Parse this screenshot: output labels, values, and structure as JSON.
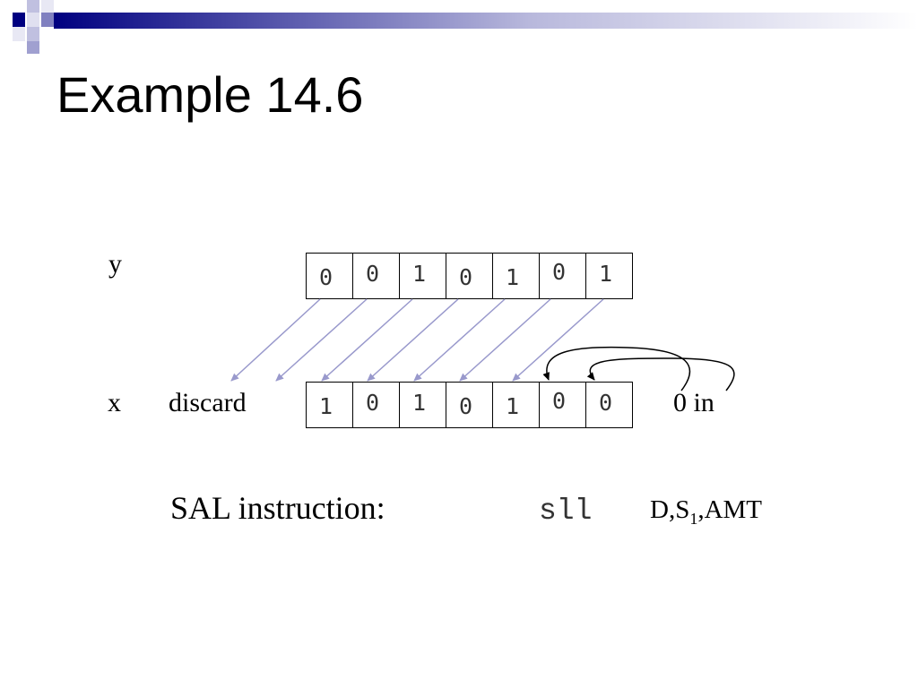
{
  "slide": {
    "title": "Example 14.6"
  },
  "diagram": {
    "label_y": "y",
    "label_x": "x",
    "label_discard": "discard",
    "label_zero_in": "0 in",
    "register_y": [
      "0",
      "0",
      "1",
      "0",
      "1",
      "0",
      "1"
    ],
    "register_x": [
      "1",
      "0",
      "1",
      "0",
      "1",
      "0",
      "0"
    ]
  },
  "instruction": {
    "label": "SAL instruction:",
    "mnemonic": "sll",
    "operand_d_s": "D,S",
    "operand_sub": "1",
    "operand_amt": ",AMT"
  },
  "colors": {
    "shift_arrow": "#9999cc",
    "deco_dark": "#000080",
    "deco_light": "#9999cc"
  }
}
